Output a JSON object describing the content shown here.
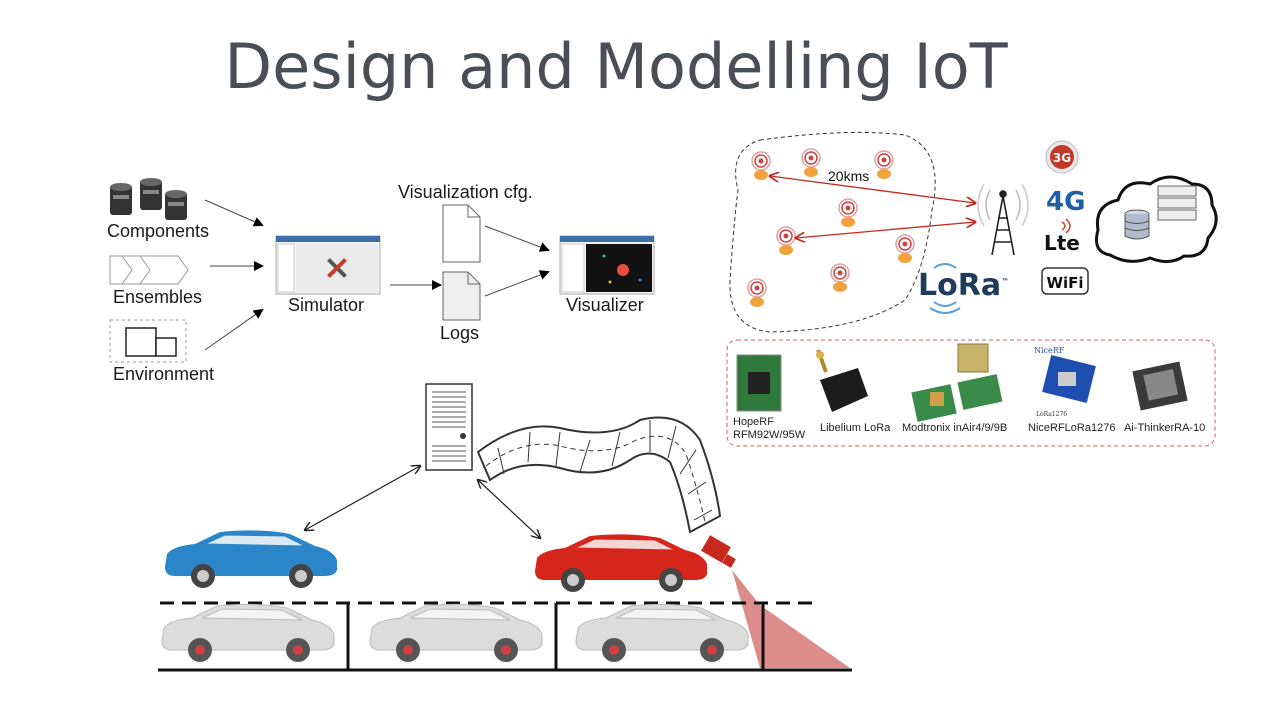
{
  "title": "Design and Modelling IoT",
  "workflow": {
    "components": "Components",
    "ensembles": "Ensembles",
    "environment": "Environment",
    "simulator": "Simulator",
    "visualization_cfg": "Visualization cfg.",
    "logs": "Logs",
    "visualizer": "Visualizer"
  },
  "network": {
    "distance": "20kms",
    "lora_logo": "LoRa",
    "badges": [
      "3G",
      "4G",
      "Lte",
      "WiFi"
    ]
  },
  "modules": [
    {
      "label": "HopeRF\nRFM92W/95W"
    },
    {
      "label": "Libelium LoRa"
    },
    {
      "label": "Modtronix inAir4/9/9B"
    },
    {
      "label": "NiceRFLoRa1276"
    },
    {
      "label": "Ai-ThinkerRA-10"
    }
  ],
  "colors": {
    "title": "#4a4f55",
    "red_link": "#c8281e",
    "blue_car": "#2a86c9",
    "red_car": "#d6261c",
    "grey_car": "#dcdcdc",
    "camera_beam": "#d98080"
  }
}
